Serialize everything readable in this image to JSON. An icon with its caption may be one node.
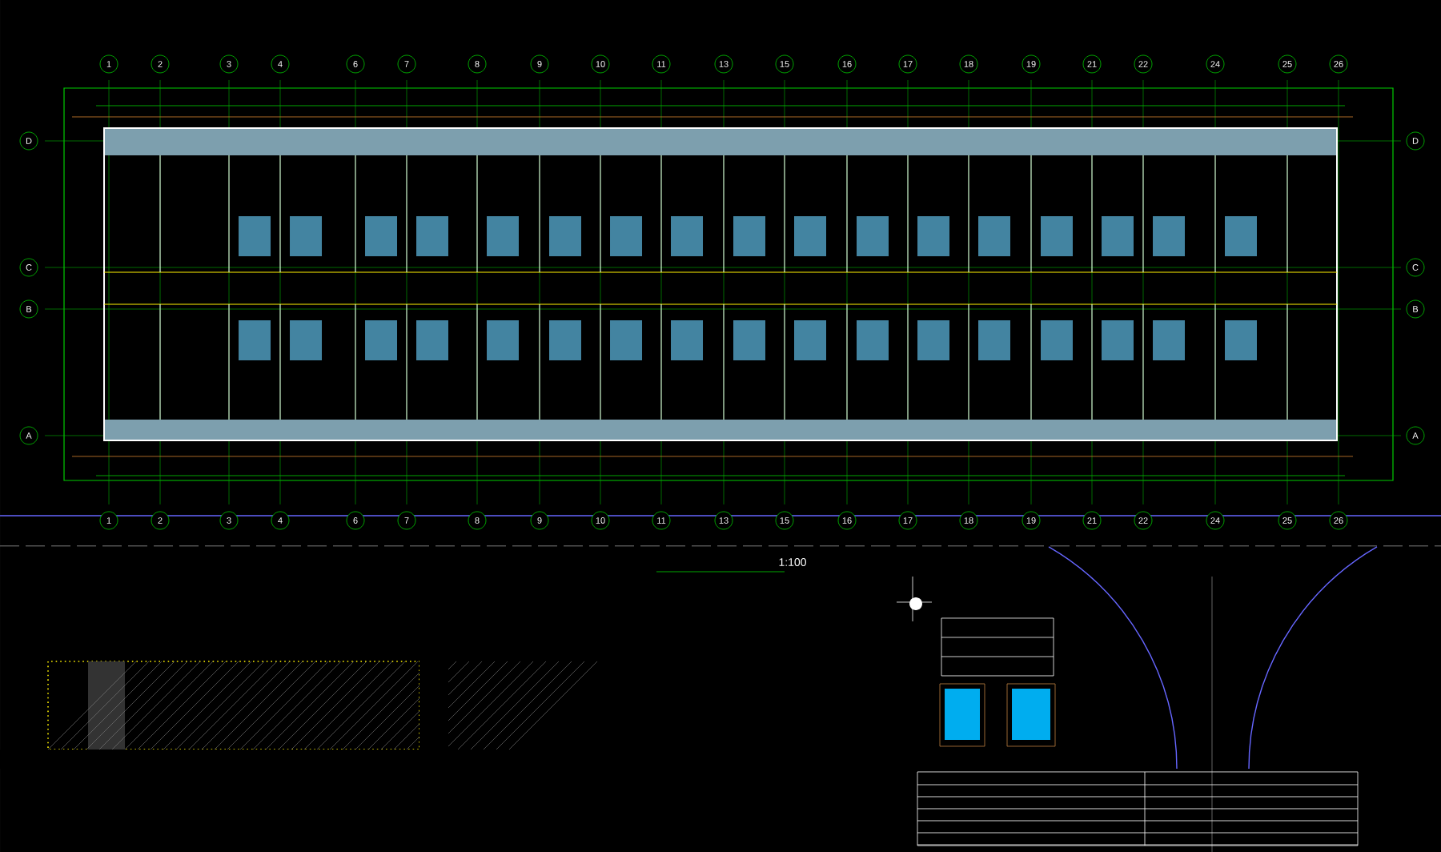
{
  "diagram": {
    "labels": [
      "1",
      "2",
      "3",
      "4",
      "6",
      "7",
      "8",
      "9",
      "10",
      "11",
      "13",
      "15",
      "16",
      "17",
      "18",
      "19",
      "21",
      "22",
      "24",
      "25",
      "26",
      "1",
      "2",
      "3",
      "4",
      "6",
      "7",
      "8",
      "9",
      "10",
      "11",
      "13",
      "15",
      "16",
      "17",
      "18",
      "19",
      "21",
      "22",
      "24",
      "25",
      "26",
      "D",
      "C",
      "B",
      "A",
      "D",
      "C",
      "B",
      "A",
      "1:100"
    ]
  }
}
